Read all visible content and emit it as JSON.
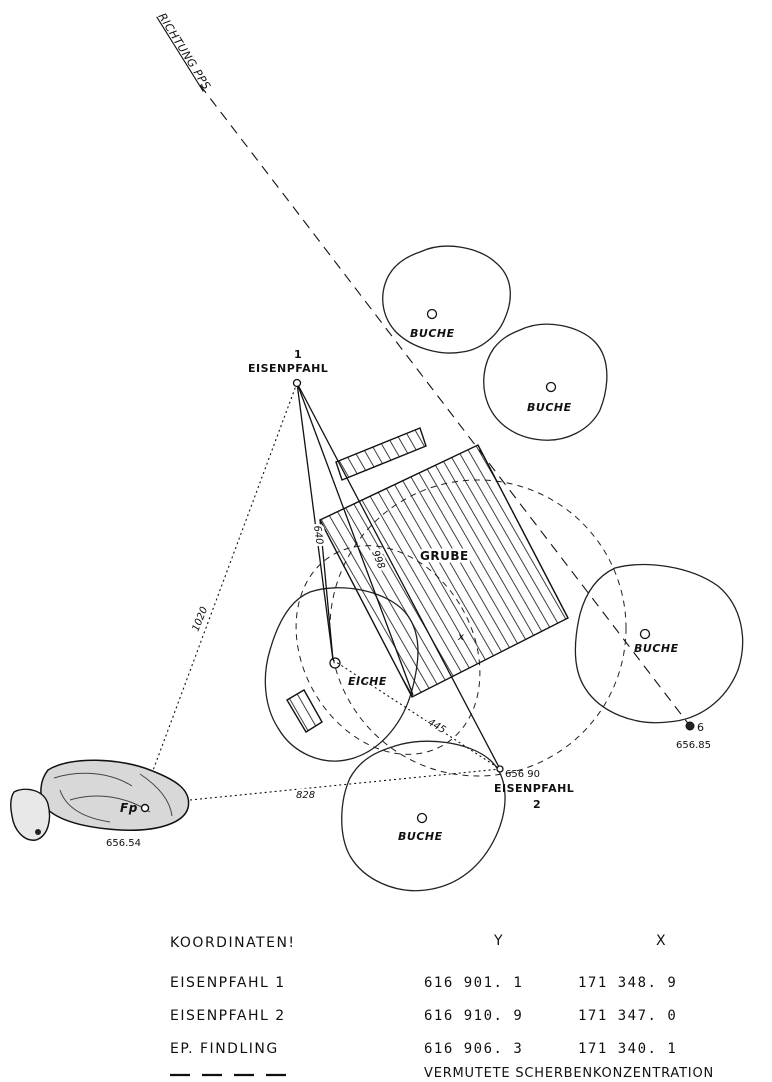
{
  "plan": {
    "direction_label": "RICHTUNG PPS",
    "trees": {
      "buche_label": "BUCHE",
      "eiche_label": "EICHE"
    },
    "pit_label": "GRUBE",
    "pit_mark": "x",
    "stake1": {
      "number": "1",
      "label": "EISENPFAHL"
    },
    "stake2": {
      "number": "2",
      "label": "EISENPFAHL",
      "level": "656 90"
    },
    "boulder": {
      "label": "Fp",
      "level": "656.54"
    },
    "point6": {
      "number": "6",
      "level": "656.85"
    },
    "measurements": {
      "d1020": "1020",
      "d640": "640",
      "d998": "998",
      "d445": "445",
      "d828": "828"
    }
  },
  "table": {
    "heading": "KOORDINATEN!",
    "col_y": "Y",
    "col_x": "X",
    "rows": [
      {
        "name": "EISENPFAHL 1",
        "y": "616  901.  1",
        "x": "171  348.  9"
      },
      {
        "name": "EISENPFAHL 2",
        "y": "616  910.  9",
        "x": "171  347.  0"
      },
      {
        "name": "EP.  FINDLING",
        "y": "616  906.  3",
        "x": "171  340.  1"
      }
    ],
    "legend_text": "VERMUTETE SCHERBENKONZENTRATION"
  }
}
